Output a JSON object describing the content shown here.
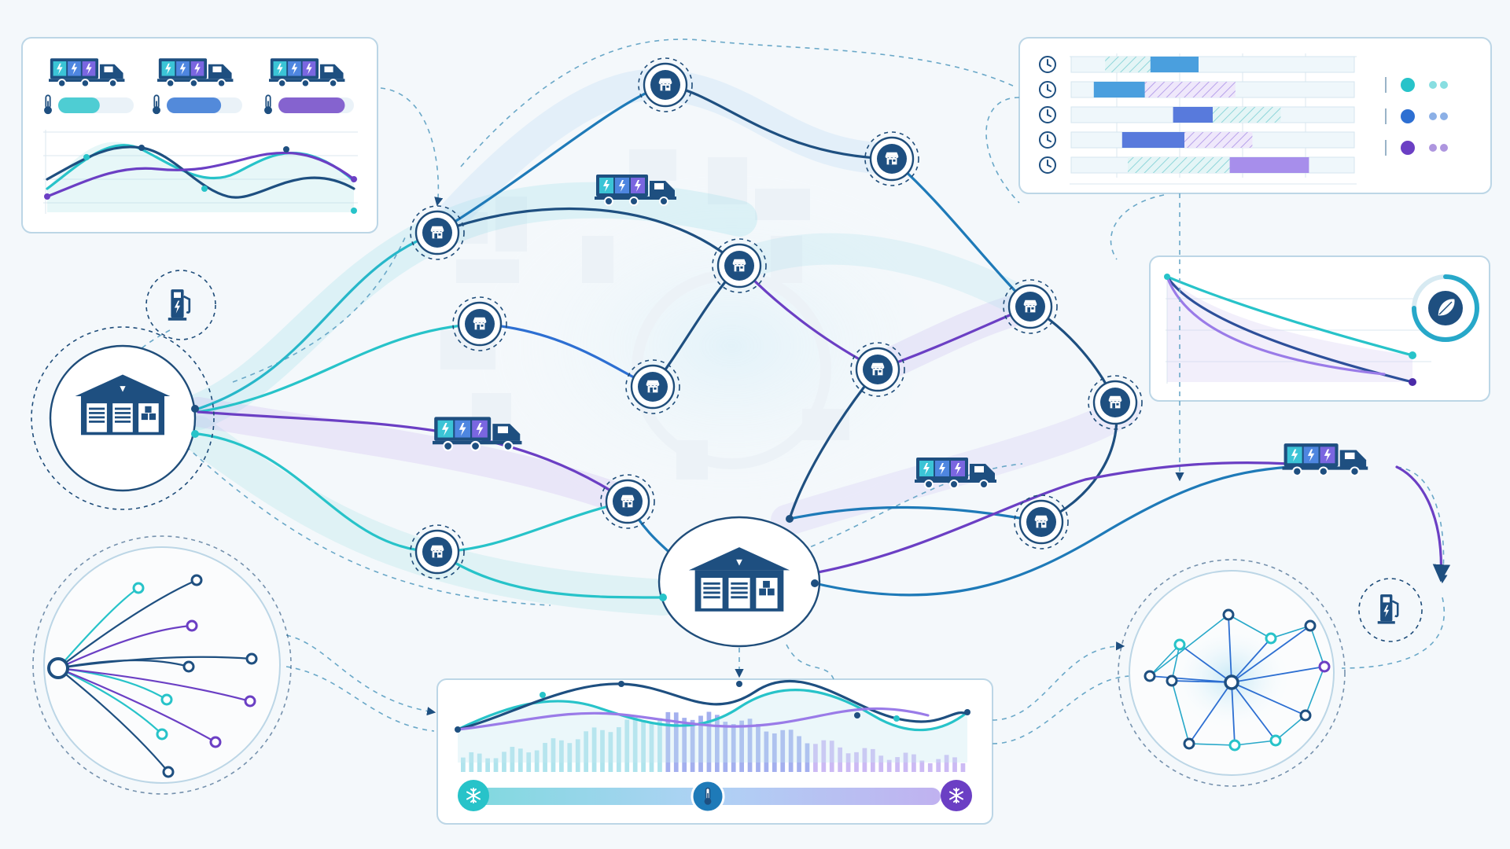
{
  "colors": {
    "navy": "#1e4f80",
    "teal": "#27c3c9",
    "blue": "#2d6fd2",
    "purple": "#6b3fc4",
    "violet": "#9a7be8",
    "panel_border": "#bcd6e6"
  },
  "icons": {
    "truck": "electric-truck-icon",
    "store": "storefront-icon",
    "warehouse": "warehouse-icon",
    "charger": "ev-charger-icon",
    "thermometer": "thermometer-icon",
    "clock": "clock-icon",
    "leaf": "leaf-icon",
    "snowflake": "snowflake-icon"
  },
  "fleet_panel": {
    "trucks": [
      {
        "temperature_level": 0.55,
        "color": "#27c3c9"
      },
      {
        "temperature_level": 0.72,
        "color": "#2d6fd2"
      },
      {
        "temperature_level": 0.88,
        "color": "#6b3fc4"
      }
    ]
  },
  "schedule_panel": {
    "rows": [
      {
        "solid": [
          0.28,
          0.45
        ],
        "hatch": [
          0.12,
          0.28
        ]
      },
      {
        "solid": [
          0.08,
          0.26
        ],
        "hatch": [
          0.26,
          0.58
        ]
      },
      {
        "solid": [
          0.36,
          0.5
        ],
        "hatch": [
          0.5,
          0.74
        ]
      },
      {
        "solid": [
          0.18,
          0.4
        ],
        "hatch": [
          0.4,
          0.64
        ]
      },
      {
        "solid": [
          0.56,
          0.84
        ],
        "hatch": [
          0.2,
          0.56
        ]
      }
    ],
    "legend_colors": [
      "#27c3c9",
      "#2d6fd2",
      "#6b3fc4"
    ]
  },
  "temperature_bar": {
    "level": 0.5
  }
}
